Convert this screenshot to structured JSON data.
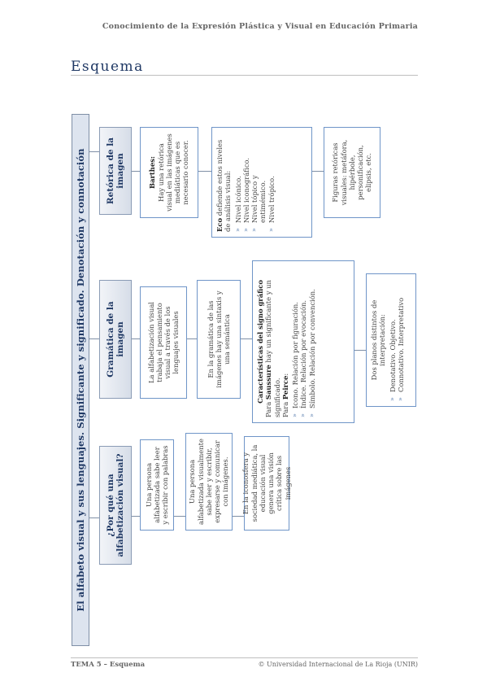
{
  "header": {
    "running_title": "Conocimiento de la Expresión Plástica y Visual en Educación Primaria",
    "section_title": "Esquema"
  },
  "footer": {
    "left": "TEMA 5 – Esquema",
    "right": "© Universidad Internacional de La Rioja (UNIR)"
  },
  "diagram": {
    "main_title": "El alfabeto visual y sus lenguajes. Significante y significado. Denotación y connotación",
    "branches": [
      {
        "heading": "¿Por qué una alfabetización visual?",
        "items": [
          "Una persona alfabetizada sabe leer y escribir con palabras",
          "Una persona alfabetizada visualmente sabe leer y escribir, expresarse y comunicar con imágenes.",
          "En la iconosfera y sociedad mediática, la educación visual genera una visión crítica sobre las imágenes"
        ]
      },
      {
        "heading": "Gramática de la imagen",
        "items": [
          "La alfabetización visual trabaja el pensamiento visual a través de los lenguajes visuales",
          "En la gramática de las imágenes hay una sintaxis y una semántica"
        ],
        "sign": {
          "title": "Características del signo gráfico",
          "saussure_prefix": "Para",
          "saussure_name": "Saussure",
          "saussure_text": "hay un significante y un significado.",
          "peirce_prefix": "Para",
          "peirce_name": "Peirce",
          "peirce_suffix": ":",
          "bullets": [
            "Icono. Relación por figuración.",
            "Índice. Relación por evocación.",
            "Símbolo. Relación por convención."
          ]
        },
        "planes": {
          "text": "Dos planos distintos de interpretación:",
          "bullets": [
            "Denotativo. Objetivo.",
            "Connotativo. Interpretativo"
          ]
        }
      },
      {
        "heading": "Retórica de la imagen",
        "barthes": {
          "name": "Barthes:",
          "text": "Hay una retórica visual en las imágenes mediáticas que es necesario conocer."
        },
        "eco": {
          "name": "Eco",
          "text": "defiende estos niveles de análisis visual:",
          "bullets": [
            "Nivel icónico.",
            "Nivel iconográfico.",
            "Nivel tópico y entimémico.",
            "Nivel trópico."
          ]
        },
        "figures": "Figuras retóricas visuales: metáfora, hipérbole, personificación, elipsis, etc."
      }
    ]
  }
}
